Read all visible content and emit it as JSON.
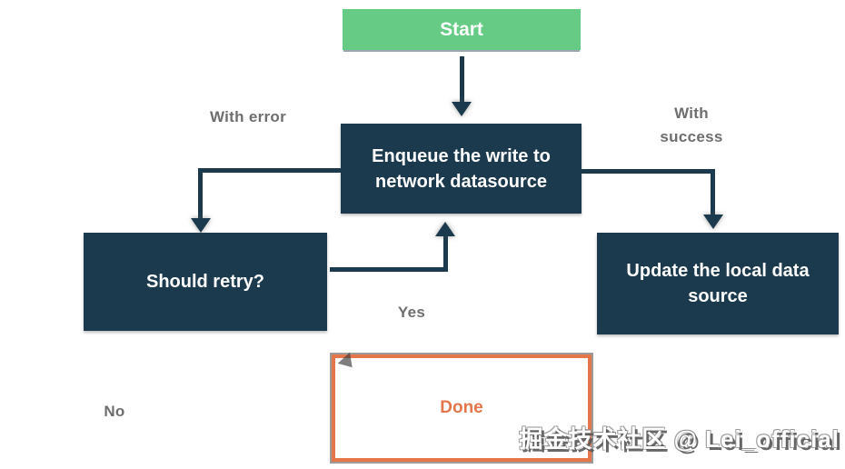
{
  "flowchart": {
    "nodes": {
      "start": {
        "label": "Start"
      },
      "enqueue": {
        "label": "Enqueue the write to network datasource"
      },
      "should_retry": {
        "label": "Should retry?"
      },
      "update_local": {
        "label": "Update the local data source"
      },
      "done": {
        "label": "Done"
      }
    },
    "edge_labels": {
      "with_error": "With error",
      "with_success": "With success",
      "yes": "Yes",
      "no": "No"
    },
    "colors": {
      "start_fill": "#66cb85",
      "node_fill": "#1c3a4d",
      "node_text": "#ffffff",
      "done_border": "#e4764a",
      "done_text": "#e4764a",
      "edge_label_text": "#6e6e6e",
      "arrow": "#1c3a4d",
      "background": "#ffffff"
    }
  },
  "watermark": {
    "text": "掘金技术社区 @ Lei_official"
  }
}
